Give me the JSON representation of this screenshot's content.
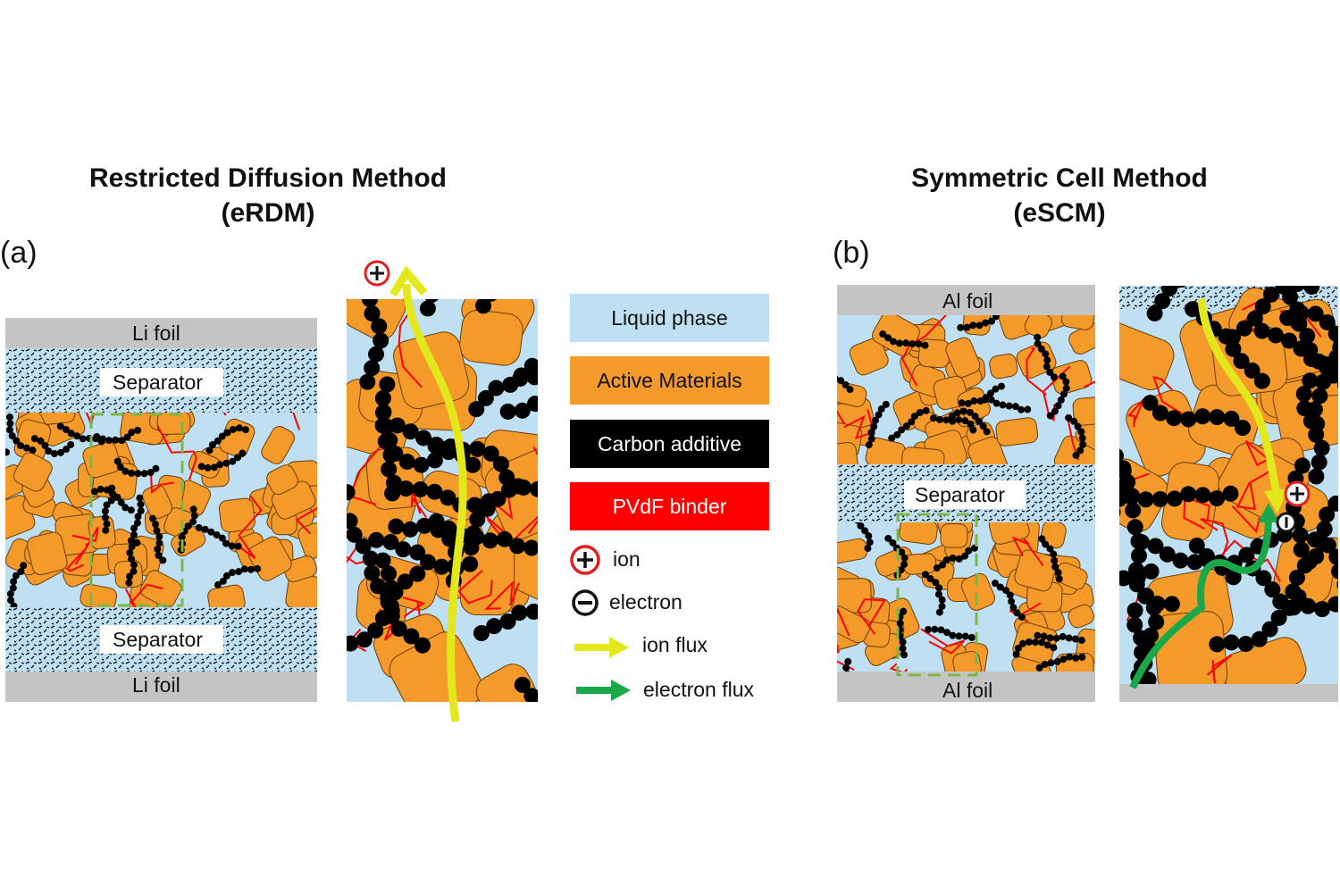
{
  "panel_a": {
    "label": "(a)",
    "title_line1": "Restricted Diffusion Method",
    "title_line2": "(eRDM)",
    "top_foil": "Li foil",
    "bottom_foil": "Li foil",
    "separator_top": "Separator",
    "separator_bottom": "Separator"
  },
  "panel_b": {
    "label": "(b)",
    "title_line1": "Symmetric Cell Method",
    "title_line2": "(eSCM)",
    "top_foil": "Al foil",
    "bottom_foil": "Al foil",
    "separator": "Separator"
  },
  "legend": {
    "liquid_phase": "Liquid phase",
    "active_materials": "Active Materials",
    "carbon_additive": "Carbon additive",
    "pvdf_binder": "PVdF binder",
    "ion": "ion",
    "electron": "electron",
    "ion_flux": "ion flux",
    "electron_flux": "electron flux"
  },
  "colors": {
    "liquid": "#bfe0f3",
    "active": "#f39a2a",
    "carbon": "#000000",
    "binder": "#ff0000",
    "foil": "#c4c4c4",
    "ion_flux": "#e3e81c",
    "electron_flux": "#1aa84a"
  }
}
